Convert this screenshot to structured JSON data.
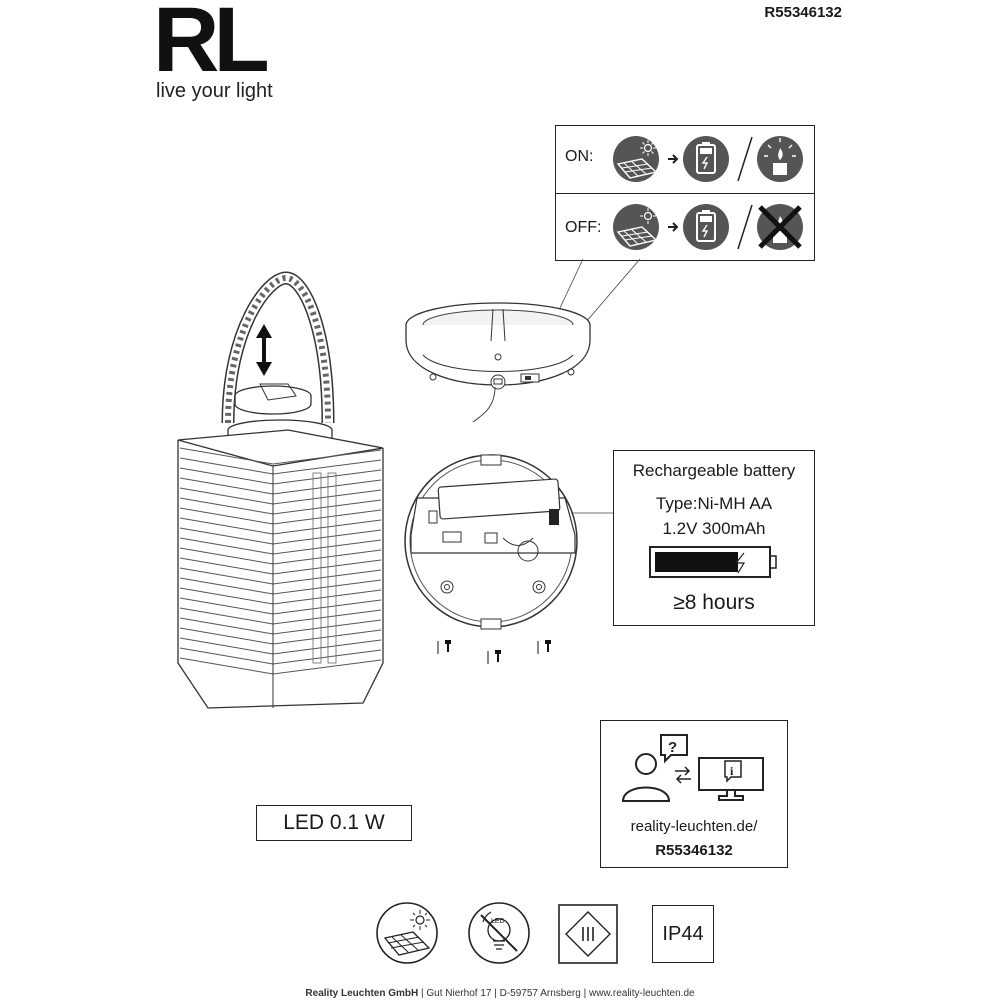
{
  "brand": {
    "logo": "RL",
    "tagline": "live your light"
  },
  "product_code": "R55346132",
  "switch_panel": {
    "on_label": "ON:",
    "off_label": "OFF:"
  },
  "battery": {
    "title": "Rechargeable battery",
    "type": "Type:Ni-MH AA",
    "spec": "1.2V 300mAh",
    "runtime": "≥8 hours",
    "charge_level": 0.75
  },
  "power_label": "LED 0.1 W",
  "support": {
    "url": "reality-leuchten.de/",
    "code": "R55346132"
  },
  "ip_rating": "IP44",
  "footer": {
    "company": "Reality Leuchten GmbH",
    "address": "Gut Nierhof 17",
    "city": "D-59757 Arnsberg",
    "website": "www.reality-leuchten.de"
  },
  "icons": [
    "solar-panel-icon",
    "battery-icon",
    "candle-light-icon",
    "candle-off-icon",
    "user-question-icon",
    "monitor-info-icon",
    "solar-icon",
    "led-not-replaceable-icon",
    "class-iii-icon",
    "screw-icon"
  ]
}
